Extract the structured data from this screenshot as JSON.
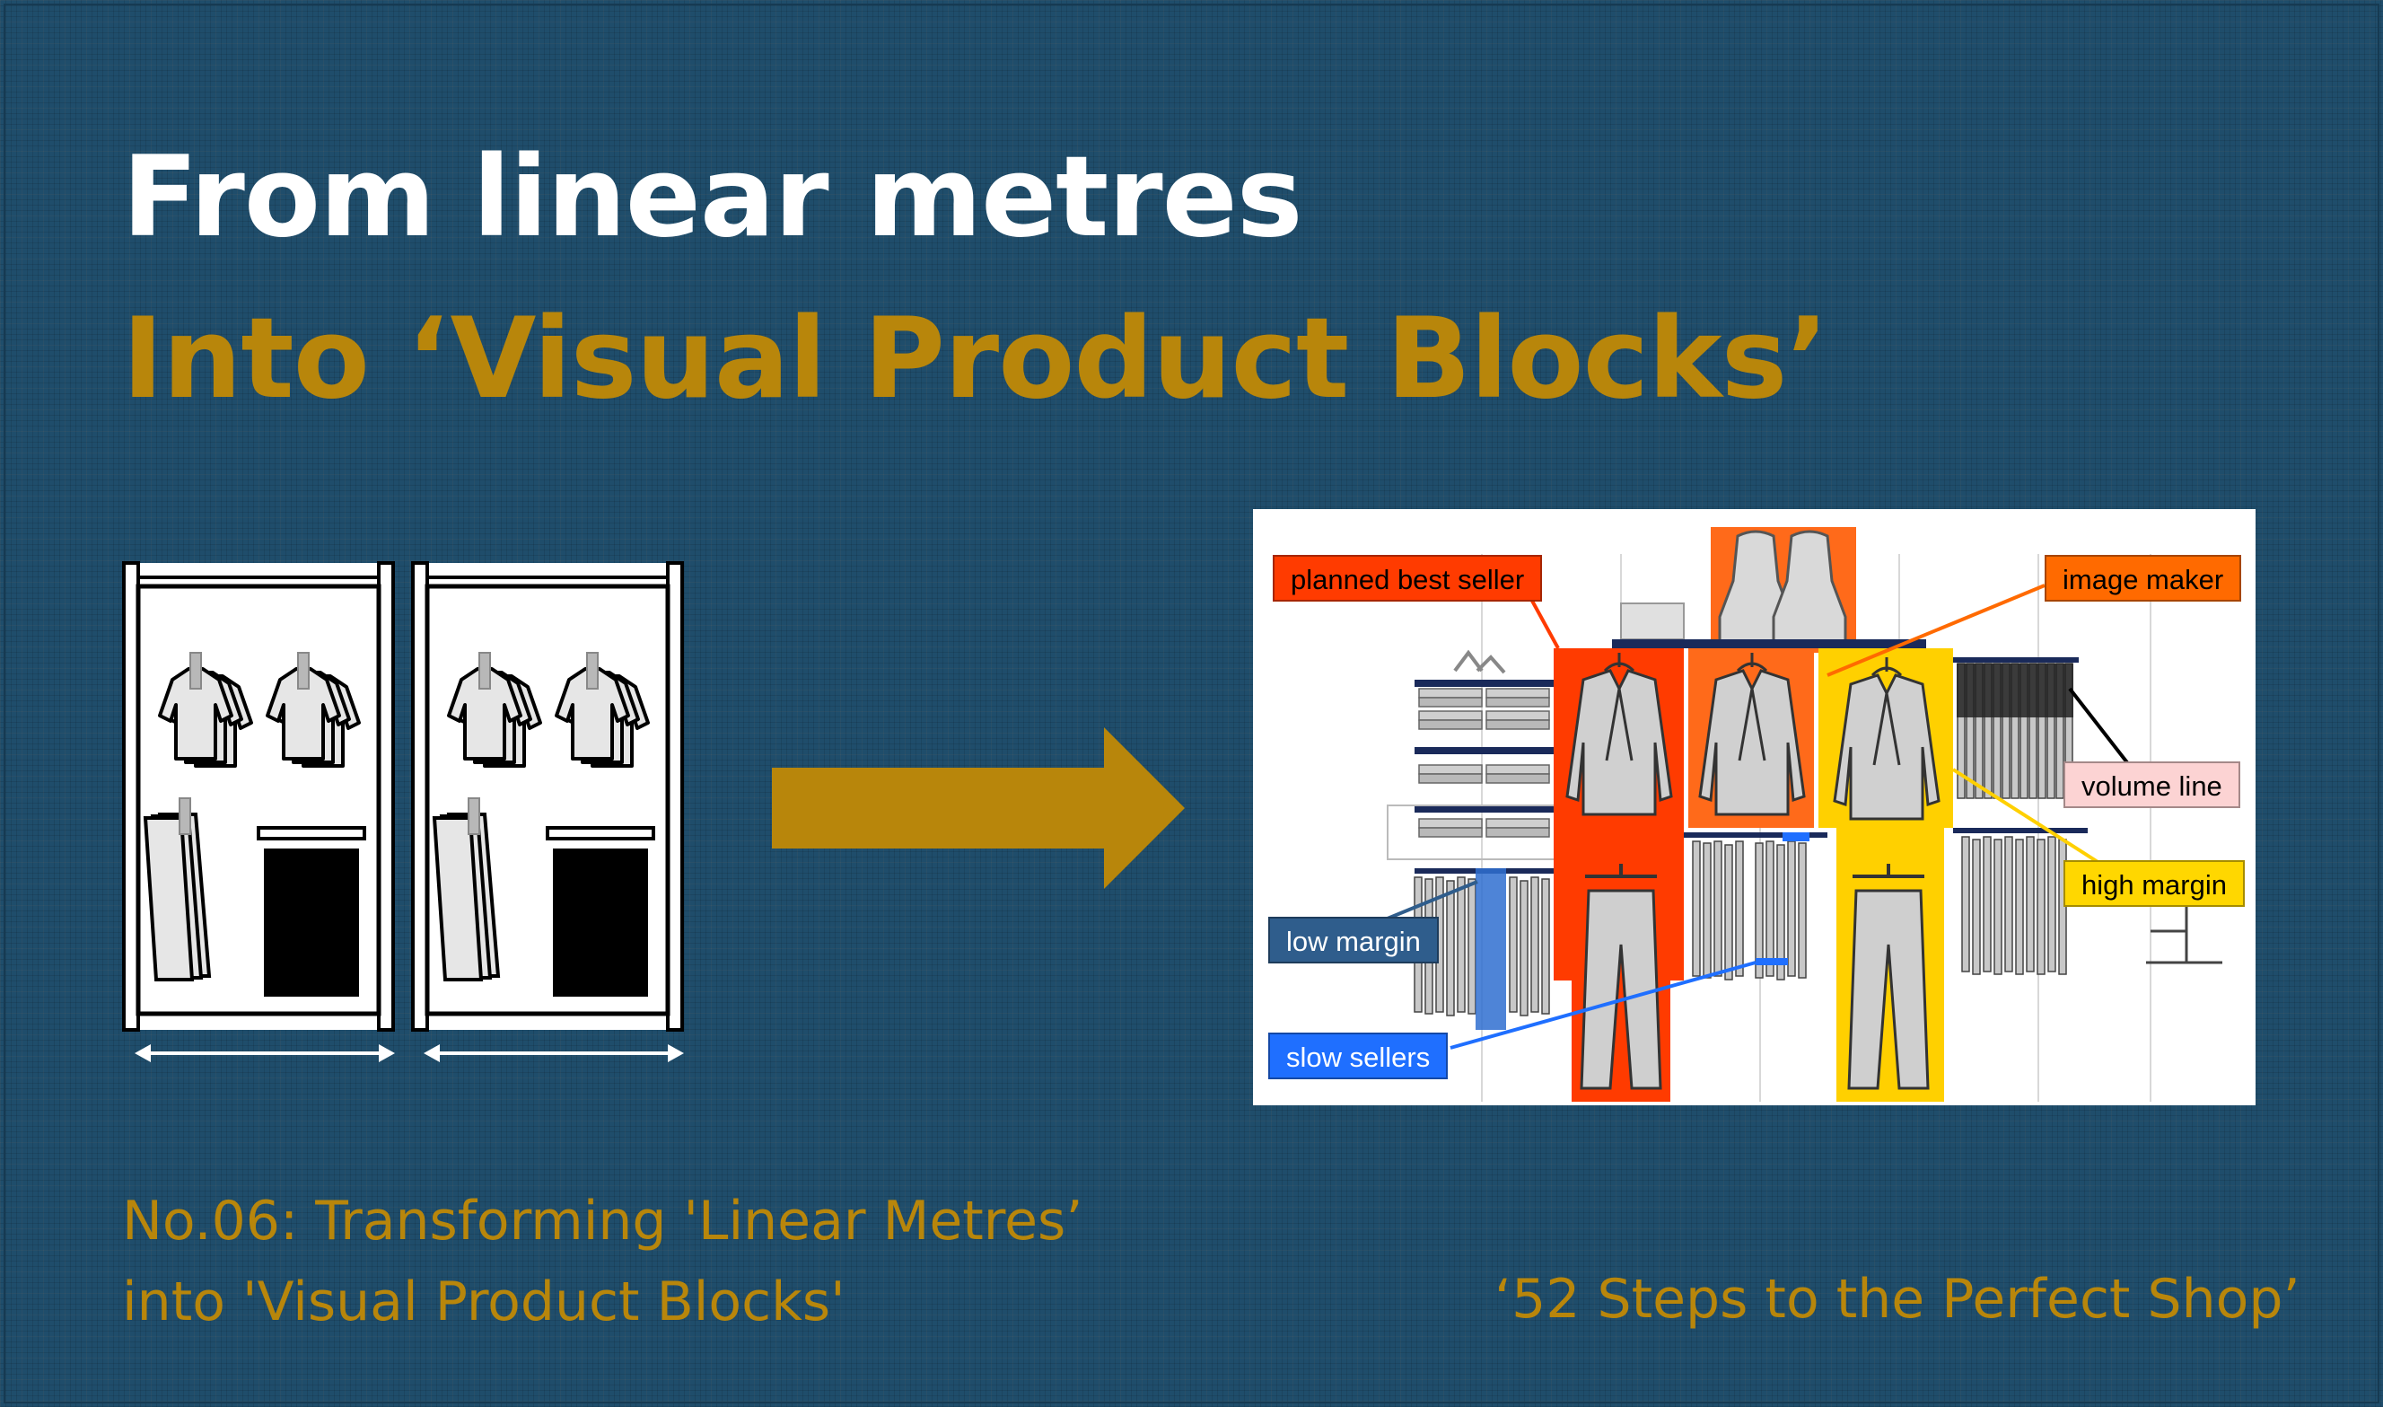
{
  "title": {
    "line1": "From linear metres",
    "line2": "Into ‘Visual Product Blocks’"
  },
  "footer": {
    "series_line1": "No.06: Transforming 'Linear Metres’",
    "series_line2": "into 'Visual Product Blocks'",
    "book": "‘52 Steps to the Perfect Shop’"
  },
  "labels": {
    "planned_best_seller": "planned best seller",
    "image_maker": "image maker",
    "volume_line": "volume line",
    "high_margin": "high margin",
    "low_margin": "low margin",
    "slow_sellers": "slow sellers"
  },
  "colors": {
    "background": "#1f4d6b",
    "title_white": "#ffffff",
    "accent_gold": "#b8860b",
    "best_seller_red": "#ff3b00",
    "image_maker_orange": "#ff6a00",
    "high_margin_yellow": "#ffd700",
    "volume_line_pink": "#fcd3d3",
    "low_margin_blue": "#2f5d8c",
    "slow_sellers_blue": "#1f6fff"
  }
}
